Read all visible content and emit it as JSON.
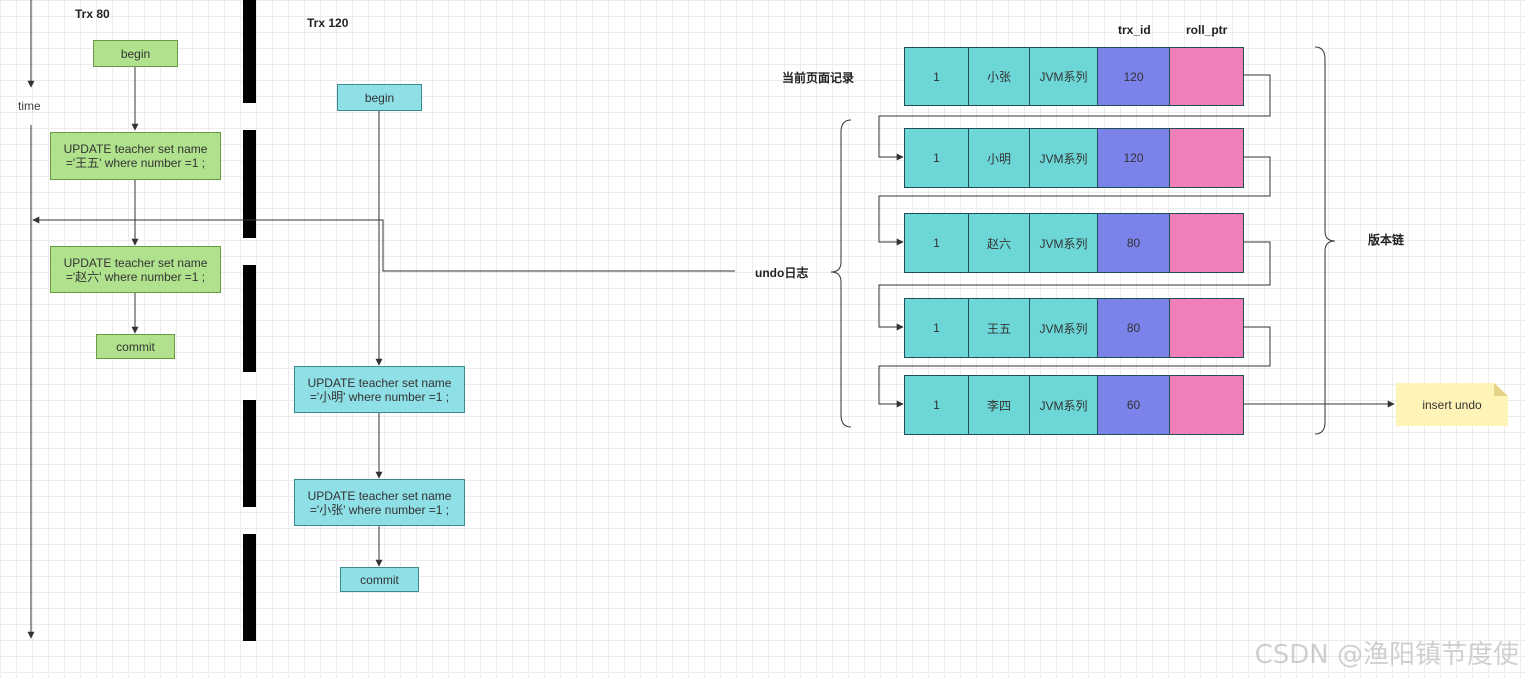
{
  "trx80": {
    "title": "Trx  80",
    "begin": "begin",
    "update1": [
      "UPDATE  teacher  set name",
      "='王五' where number =1 ;"
    ],
    "update2": [
      "UPDATE  teacher  set name",
      "='赵六' where number =1 ;"
    ],
    "commit": "commit"
  },
  "trx120": {
    "title": "Trx  120",
    "begin": "begin",
    "update1": [
      "UPDATE  teacher  set name",
      "='小明' where number =1 ;"
    ],
    "update2": [
      "UPDATE  teacher  set name",
      "='小张' where number =1 ;"
    ],
    "commit": "commit"
  },
  "time_label": "time",
  "headers": {
    "trx_id": "trx_id",
    "roll_ptr": "roll_ptr"
  },
  "current_record_label": "当前页面记录",
  "undo_label": "undo日志",
  "version_chain_label": "版本链",
  "insert_undo_label": "insert undo",
  "records": [
    {
      "id": "1",
      "name": "小张",
      "course": "JVM系列",
      "trx_id": "120"
    },
    {
      "id": "1",
      "name": "小明",
      "course": "JVM系列",
      "trx_id": "120"
    },
    {
      "id": "1",
      "name": "赵六",
      "course": "JVM系列",
      "trx_id": "80"
    },
    {
      "id": "1",
      "name": "王五",
      "course": "JVM系列",
      "trx_id": "80"
    },
    {
      "id": "1",
      "name": "李四",
      "course": "JVM系列",
      "trx_id": "60"
    }
  ],
  "watermark": "CSDN @渔阳镇节度使"
}
